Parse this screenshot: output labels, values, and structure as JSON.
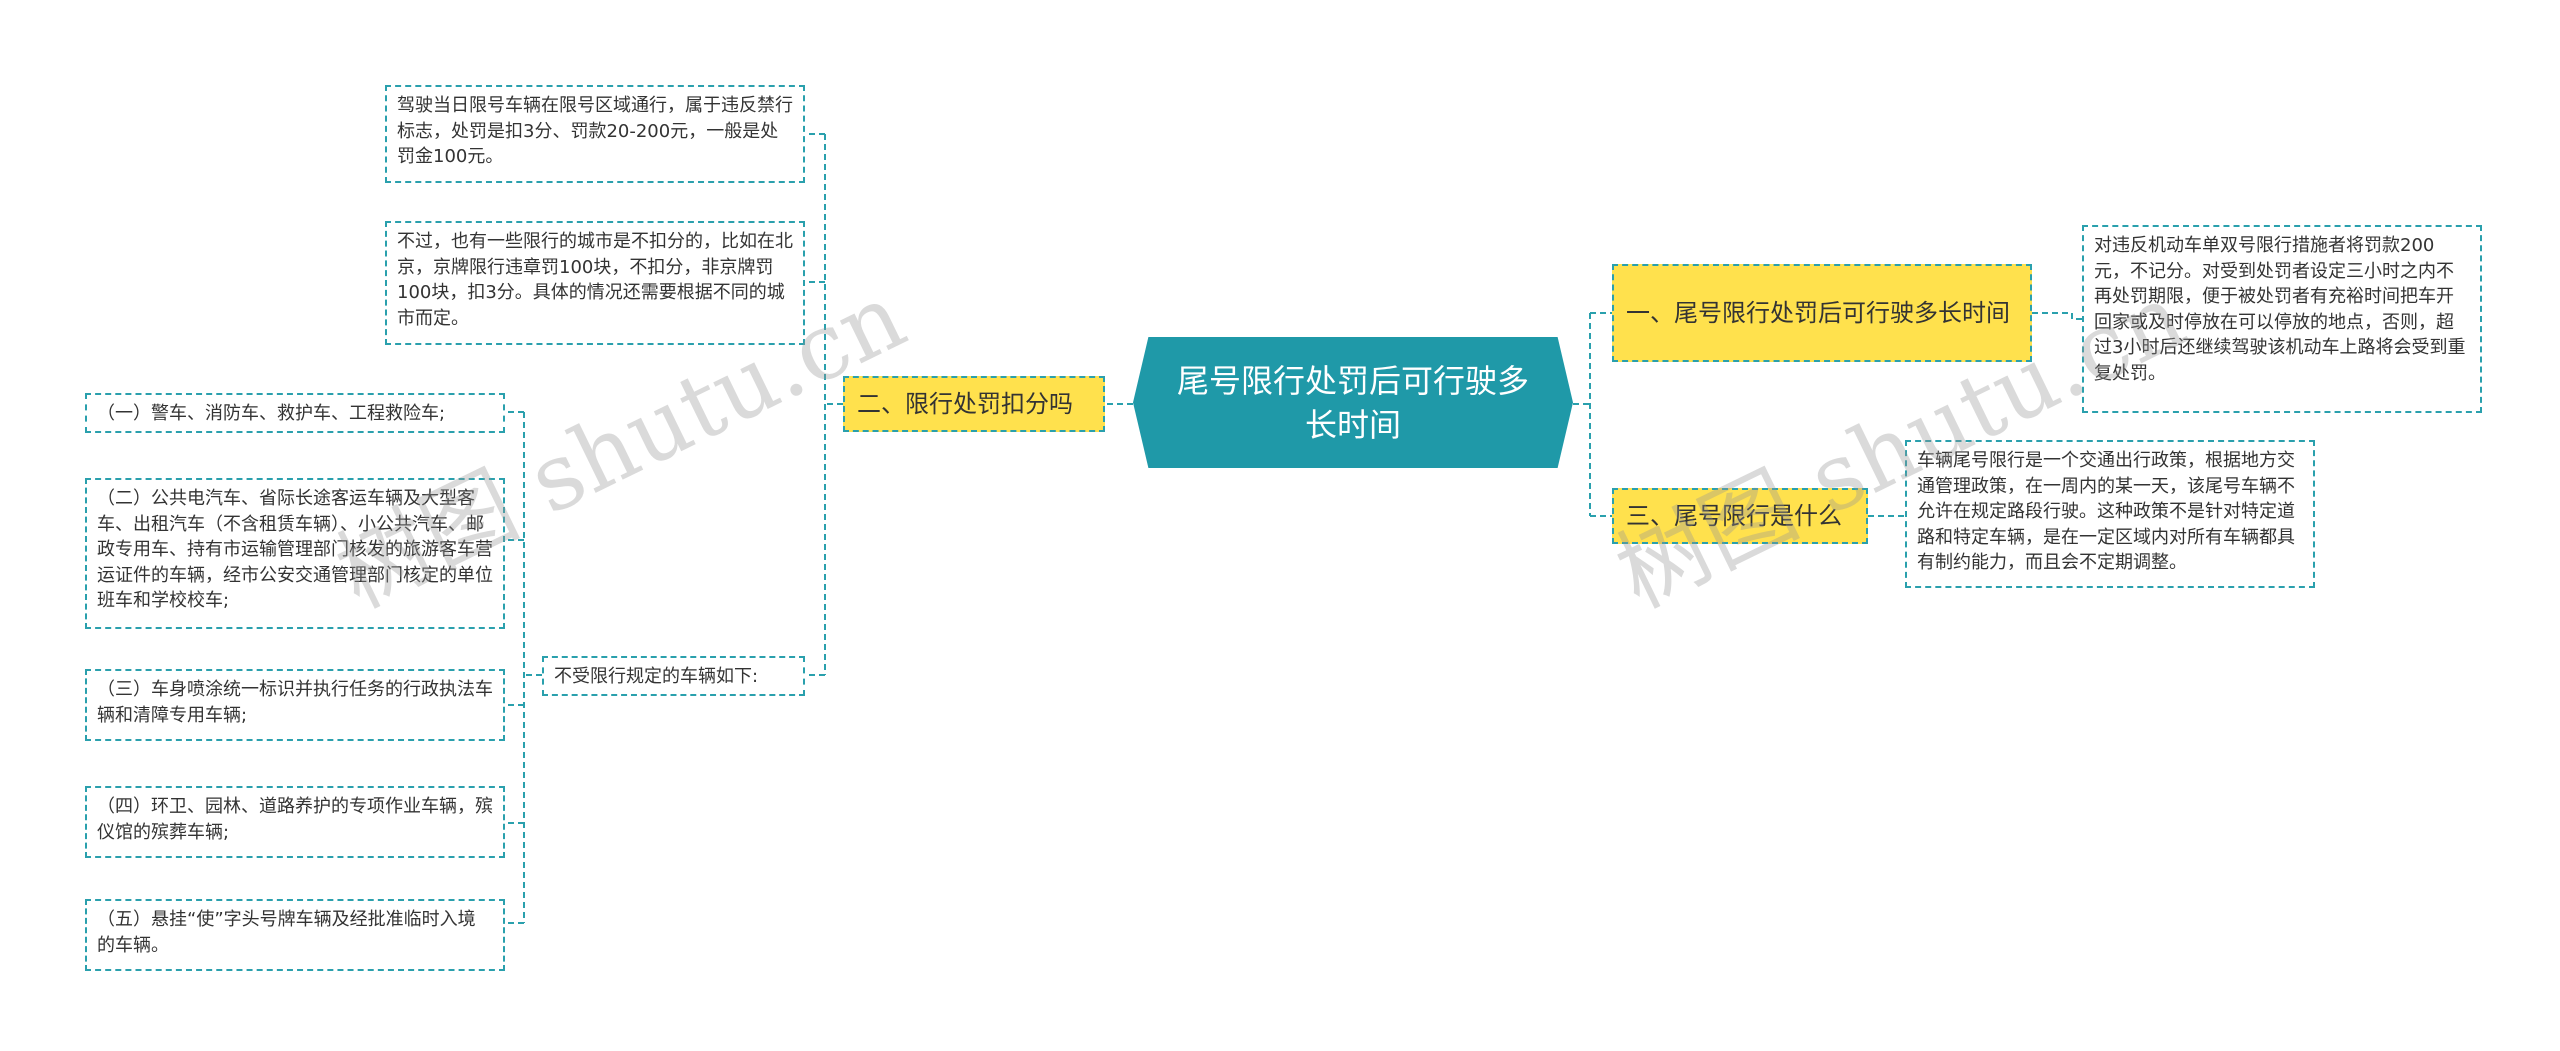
{
  "root": {
    "title": "尾号限行处罚后可行驶多长时间"
  },
  "right": [
    {
      "label": "一、尾号限行处罚后可行驶多长时间",
      "details": [
        "对违反机动车单双号限行措施者将罚款200元，不记分。对受到处罚者设定三小时之内不再处罚期限，便于被处罚者有充裕时间把车开回家或及时停放在可以停放的地点，否则，超过3小时后还继续驾驶该机动车上路将会受到重复处罚。"
      ]
    },
    {
      "label": "三、尾号限行是什么",
      "details": [
        "车辆尾号限行是一个交通出行政策，根据地方交通管理政策，在一周内的某一天，该尾号车辆不允许在规定路段行驶。这种政策不是针对特定道路和特定车辆，是在一定区域内对所有车辆都具有制约能力，而且会不定期调整。"
      ]
    }
  ],
  "left": {
    "label": "二、限行处罚扣分吗",
    "details": [
      "驾驶当日限号车辆在限号区域通行，属于违反禁行标志，处罚是扣3分、罚款20-200元，一般是处罚金100元。",
      "不过，也有一些限行的城市是不扣分的，比如在北京，京牌限行违章罚100块，不扣分，非京牌罚100块，扣3分。具体的情况还需要根据不同的城市而定。"
    ],
    "sub": {
      "label": "不受限行规定的车辆如下:",
      "items": [
        "（一）警车、消防车、救护车、工程救险车;",
        "（二）公共电汽车、省际长途客运车辆及大型客车、出租汽车（不含租赁车辆）、小公共汽车、邮政专用车、持有市运输管理部门核发的旅游客车营运证件的车辆，经市公安交通管理部门核定的单位班车和学校校车;",
        "（三）车身喷涂统一标识并执行任务的行政执法车辆和清障专用车辆;",
        "（四）环卫、园林、道路养护的专项作业车辆，殡仪馆的殡葬车辆;",
        "（五）悬挂“使”字头号牌车辆及经批准临时入境的车辆。"
      ]
    }
  },
  "watermark": [
    "树图 shutu.cn",
    "树图 shutu.cn"
  ],
  "colors": {
    "root_bg": "#1f99a8",
    "topic_bg": "#ffe14d",
    "line": "#2aa0ad"
  }
}
